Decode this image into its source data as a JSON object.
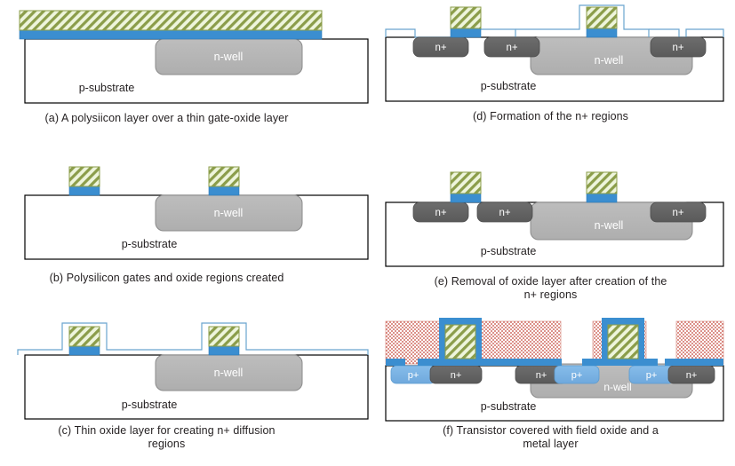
{
  "figure": {
    "title": "CMOS fabrication process cross-sections",
    "colors": {
      "poly_fill": "#eef5dc",
      "poly_hatch": "#7f913f",
      "oxide_blue": "#3b8ed0",
      "metal_blue": "#3b8ed0",
      "nwell_gray": "#b3b3b3",
      "nwell_stroke": "#8c8c8c",
      "nplus_gray": "#636363",
      "pplus_blue": "#7cb5e8",
      "field_oxide_dot": "#c0392b",
      "substrate_stroke": "#000000",
      "thin_oxide_stroke": "#6aa5cf",
      "label_white": "#ffffff",
      "text_dark": "#231f20"
    },
    "labels": {
      "substrate": "p-substrate",
      "nwell": "n-well",
      "nplus": "n+",
      "pplus": "p+"
    },
    "panels": [
      {
        "id": "a",
        "caption": "(a) A polysiicon layer over a thin gate-oxide layer",
        "caption_lines": [
          "(a) A polysiicon layer over a thin gate-oxide layer"
        ],
        "substrate_label": "p-substrate",
        "nwell_label": "n-well",
        "gates": 0,
        "nplus_count": 0,
        "pplus_count": 0,
        "has_blanket_poly": true,
        "has_thin_oxide_line": false,
        "has_field_oxide": false,
        "has_metal": false
      },
      {
        "id": "b",
        "caption": "(b) Polysilicon gates and oxide regions created",
        "caption_lines": [
          "(b) Polysilicon gates and oxide regions created"
        ],
        "substrate_label": "p-substrate",
        "nwell_label": "n-well",
        "gates": 2,
        "nplus_count": 0,
        "pplus_count": 0,
        "has_blanket_poly": false,
        "has_thin_oxide_line": false,
        "has_field_oxide": false,
        "has_metal": false
      },
      {
        "id": "c",
        "caption": "(c) Thin oxide layer for creating n+ diffusion regions",
        "caption_lines": [
          "(c) Thin oxide layer for creating n+ diffusion",
          "regions"
        ],
        "substrate_label": "p-substrate",
        "nwell_label": "n-well",
        "gates": 2,
        "nplus_count": 0,
        "pplus_count": 0,
        "has_blanket_poly": false,
        "has_thin_oxide_line": true,
        "has_field_oxide": false,
        "has_metal": false
      },
      {
        "id": "d",
        "caption": "(d) Formation of the n+ regions",
        "caption_lines": [
          "(d) Formation of the n+ regions"
        ],
        "substrate_label": "p-substrate",
        "nwell_label": "n-well",
        "gates": 2,
        "nplus_count": 3,
        "nplus_labels": [
          "n+",
          "n+",
          "n+"
        ],
        "pplus_count": 0,
        "has_blanket_poly": false,
        "has_thin_oxide_line": true,
        "has_field_oxide": false,
        "has_metal": false
      },
      {
        "id": "e",
        "caption": "(e) Removal of oxide layer after creation of the n+ regions",
        "caption_lines": [
          "(e) Removal of oxide layer after creation of the",
          "n+ regions"
        ],
        "substrate_label": "p-substrate",
        "nwell_label": "n-well",
        "gates": 2,
        "nplus_count": 3,
        "nplus_labels": [
          "n+",
          "n+",
          "n+"
        ],
        "pplus_count": 0,
        "has_blanket_poly": false,
        "has_thin_oxide_line": false,
        "has_field_oxide": false,
        "has_metal": false
      },
      {
        "id": "f",
        "caption": "(f) Transistor covered with field oxide and a metal layer",
        "caption_lines": [
          "(f) Transistor covered with field oxide and a",
          "metal layer"
        ],
        "substrate_label": "p-substrate",
        "nwell_label": "n-well",
        "gates": 2,
        "nplus_count": 3,
        "nplus_labels": [
          "n+",
          "n+",
          "n+"
        ],
        "pplus_count": 3,
        "pplus_labels": [
          "p+",
          "p+",
          "p+"
        ],
        "diffusion_order": [
          "p+",
          "n+",
          "n+",
          "p+",
          "p+",
          "n+"
        ],
        "has_blanket_poly": false,
        "has_thin_oxide_line": false,
        "has_field_oxide": true,
        "has_metal": true
      }
    ]
  }
}
